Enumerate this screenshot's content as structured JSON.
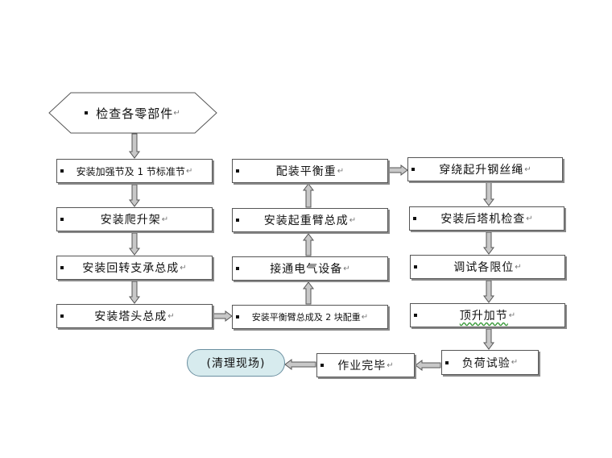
{
  "steps": {
    "inspect_parts": "检查各零部件",
    "install_reinforced_section": "安装加强节及 1 节标准节",
    "install_climbing_frame": "安装爬升架",
    "install_slewing_support": "安装回转支承总成",
    "install_tower_head": "安装塔头总成",
    "install_counter_jib": "安装平衡臂总成及 2 块配重",
    "connect_electrical": "接通电气设备",
    "install_jib": "安装起重臂总成",
    "install_counterweight": "配装平衡重",
    "reeve_wire_rope": "穿绕起升钢丝绳",
    "post_install_check": "安装后塔机检查",
    "adjust_limits": "调试各限位",
    "jacking_sections": "顶升加节",
    "load_test": "负荷试验",
    "work_complete": "作业完毕",
    "clean_site": "(清理现场)"
  },
  "paragraph_mark": "↵",
  "colors": {
    "box_border": "#555555",
    "box_shadow": "#8a8a8a",
    "arrow_fill": "#c8c8c8",
    "arrow_stroke": "#555555",
    "oval_fill": "#d7ebee",
    "oval_border": "#6a8fa0",
    "underline_squiggle": "#3a9a3a"
  }
}
